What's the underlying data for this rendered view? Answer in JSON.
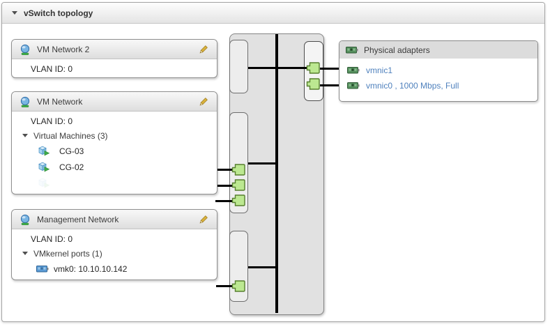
{
  "panel": {
    "title": "vSwitch topology"
  },
  "port_groups": [
    {
      "name": "VM Network 2",
      "vlan_label": "VLAN ID: 0"
    },
    {
      "name": "VM Network",
      "vlan_label": "VLAN ID: 0",
      "group_label": "Virtual Machines (3)",
      "vms": [
        {
          "name": "CG-03"
        },
        {
          "name": "CG-02"
        },
        {
          "name": ""
        }
      ]
    },
    {
      "name": "Management Network",
      "vlan_label": "VLAN ID: 0",
      "group_label": "VMkernel ports (1)",
      "vmks": [
        {
          "name": "vmk0: 10.10.10.142"
        }
      ]
    }
  ],
  "physical_adapters": {
    "title": "Physical adapters",
    "items": [
      {
        "label": "vmnic1"
      },
      {
        "label": "vmnic0 , 1000 Mbps, Full"
      }
    ]
  },
  "icons": {
    "collapse": "triangle-down-icon",
    "port_group": "network-globe-icon",
    "edit": "pencil-icon",
    "vm": "virtual-machine-icon",
    "vmkernel": "vmkernel-adapter-icon",
    "physical": "physical-nic-icon",
    "port": "port-connector-icon"
  },
  "colors": {
    "link": "#4f81bd",
    "port_fill": "#bce891",
    "port_border": "#567f2e",
    "wire": "#000000",
    "switch_fill": "#e1e1e1",
    "card_header_fill": "#e3e3e3",
    "phys_header_fill": "#dcdcdc"
  }
}
